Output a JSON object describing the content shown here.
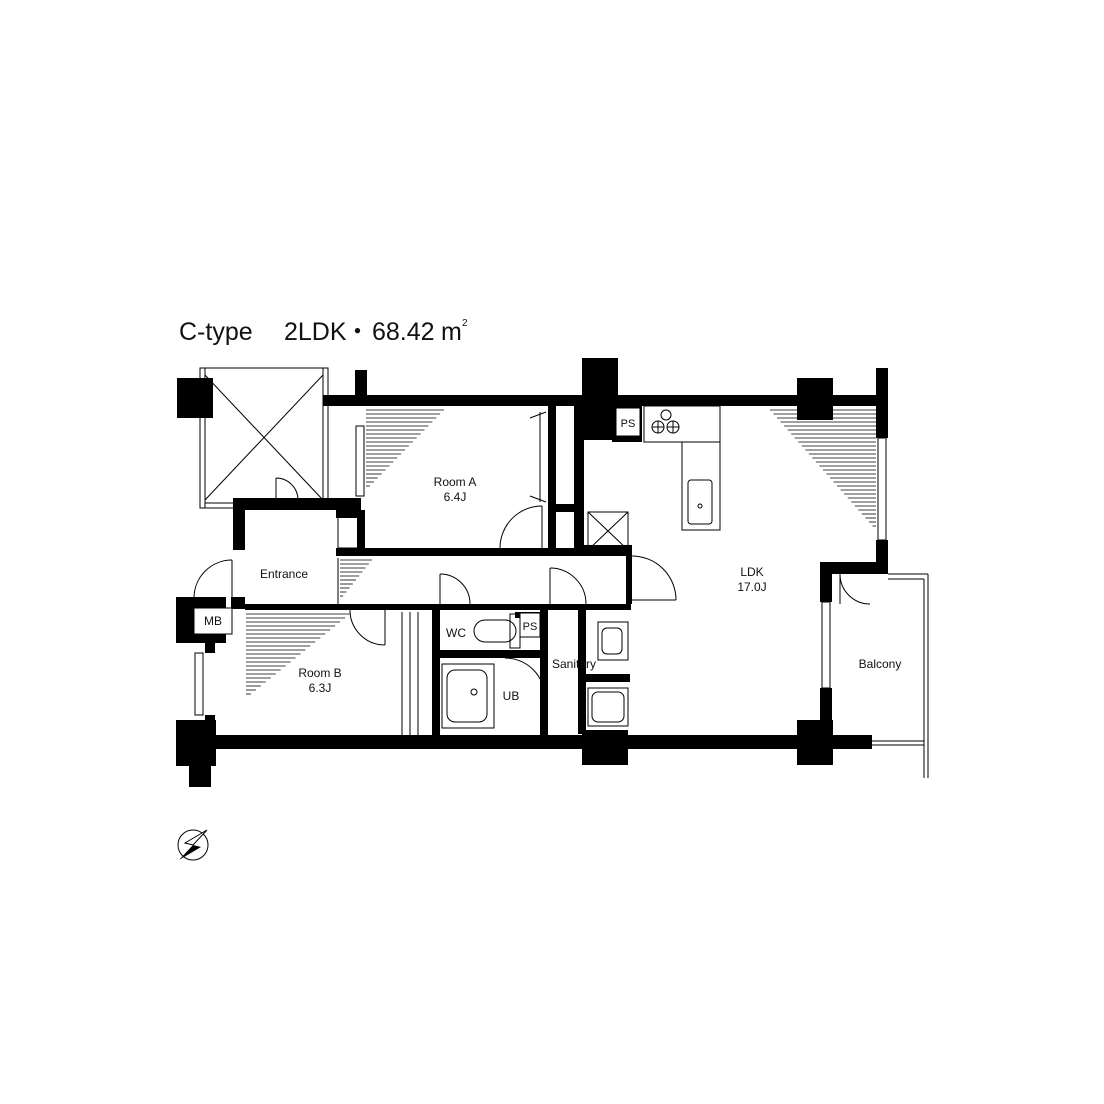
{
  "title": {
    "type": "C-type",
    "layout": "2LDK",
    "separator": "・",
    "area": "68.42",
    "unit": "m",
    "unit_sup": "2"
  },
  "rooms": {
    "room_a": {
      "name": "Room A",
      "size": "6.4J"
    },
    "room_b": {
      "name": "Room B",
      "size": "6.3J"
    },
    "ldk": {
      "name": "LDK",
      "size": "17.0J"
    },
    "entrance": {
      "name": "Entrance"
    },
    "balcony": {
      "name": "Balcony"
    },
    "sanitary": {
      "name": "Sanitary"
    },
    "wc": {
      "name": "WC"
    },
    "ub": {
      "name": "UB"
    },
    "mb": {
      "name": "MB"
    },
    "ps_kitchen": {
      "name": "PS"
    },
    "ps_wc": {
      "name": "PS"
    }
  },
  "icons": {
    "compass": "compass-icon"
  }
}
